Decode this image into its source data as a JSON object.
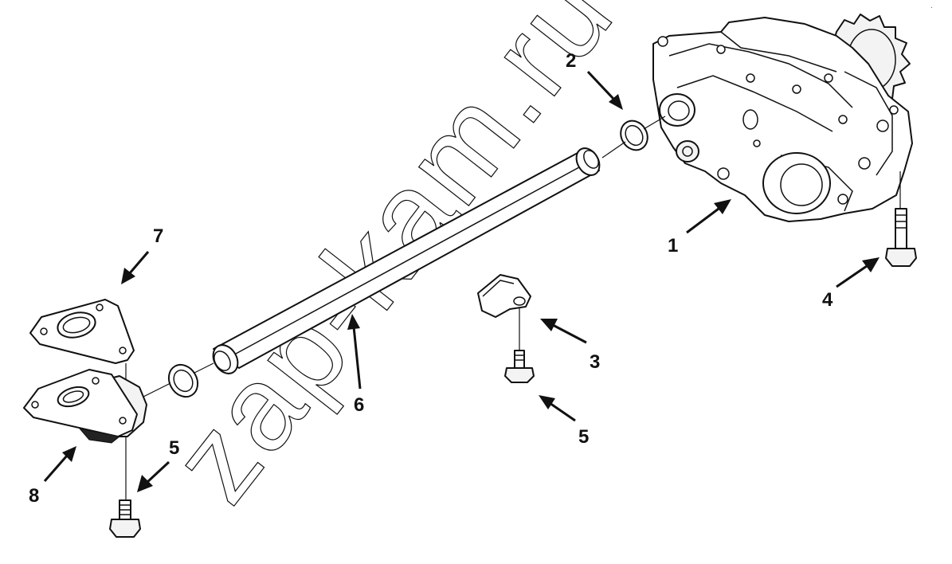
{
  "callouts": [
    {
      "label": "1"
    },
    {
      "label": "2"
    },
    {
      "label": "3"
    },
    {
      "label": "4"
    },
    {
      "label": "5"
    },
    {
      "label": "5"
    },
    {
      "label": "6"
    },
    {
      "label": "7"
    },
    {
      "label": "8"
    }
  ],
  "watermark": "zap-kam.ru",
  "corner_mark": "."
}
